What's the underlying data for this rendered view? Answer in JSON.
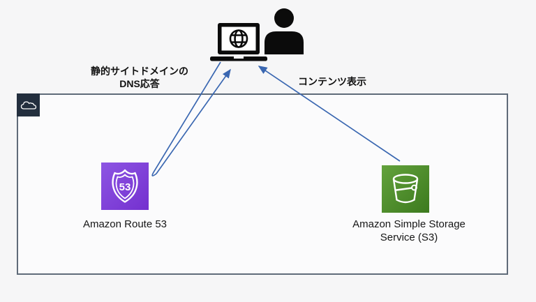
{
  "diagram": {
    "annotations": {
      "dns_response_line1": "静的サイトドメインの",
      "dns_response_line2": "DNS応答",
      "content_display": "コンテンツ表示"
    },
    "nodes": {
      "route53": {
        "label": "Amazon Route 53",
        "badge": "53"
      },
      "s3": {
        "label_line1": "Amazon Simple Storage",
        "label_line2": "Service (S3)"
      }
    },
    "colors": {
      "arrow_blue": "#3a67b1",
      "route53_purple_light": "#8d55e3",
      "route53_purple_dark": "#7430cf",
      "s3_green_light": "#63a23c",
      "s3_green_dark": "#3c7a1e",
      "aws_cloud_dark": "#232f3e",
      "box_border_gray": "#5f6b79"
    }
  }
}
